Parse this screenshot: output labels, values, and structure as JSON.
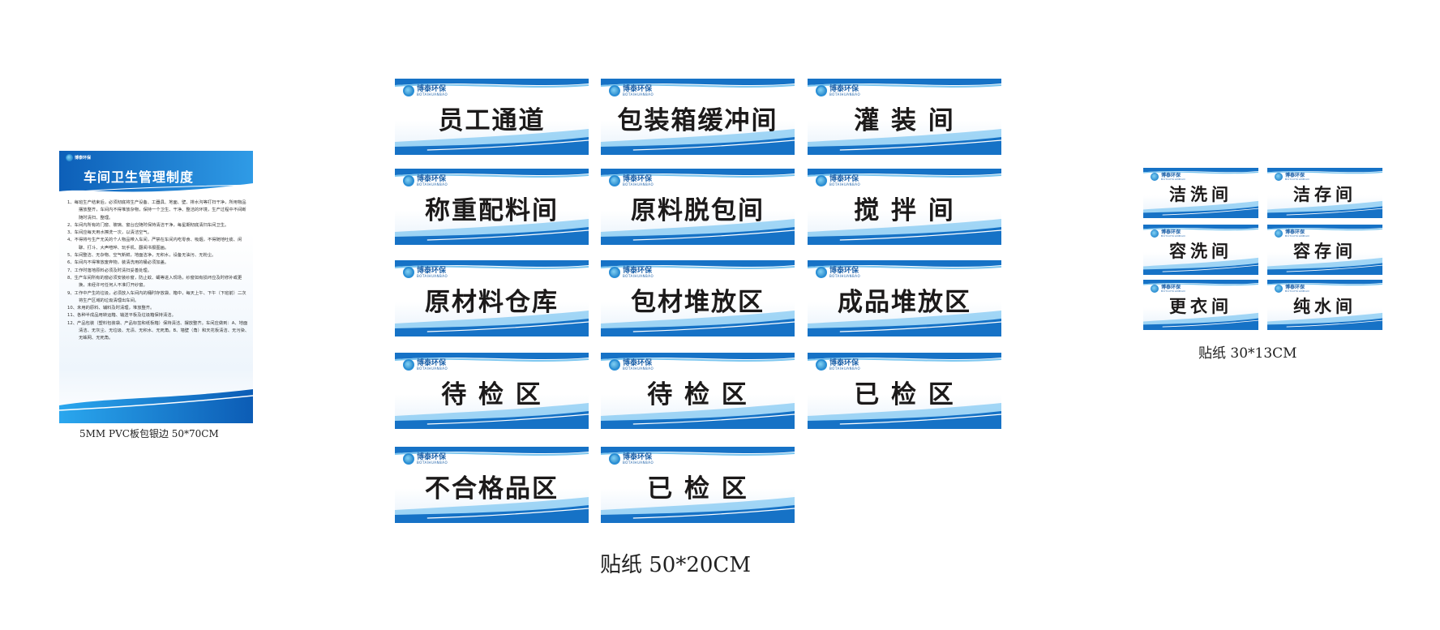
{
  "brand": {
    "name_cn": "博泰环保",
    "name_en": "BOTAIHUANBAO"
  },
  "colors": {
    "primary_blue": "#1672c6",
    "light_blue": "#5bb8ee",
    "text": "#1c1a1a"
  },
  "poster": {
    "title": "车间卫生管理制度",
    "rules": [
      "1、每班生产结束后，必须彻底将生产设备、工器具、地面、壁、排水沟等打扫干净，所用物品摆放整齐，车间内不得堆放杂物，保持一个卫生、干净、整洁的环境，生产过程中不间断随时清扫、整理。",
      "2、车间内所有的门窗、玻璃、窗台应随时保持清洁干净，每星期彻底清扫车间卫生。",
      "3、车间应每天用水擦洗一次，以清洁空气。",
      "4、不得将与生产无关的个人物品带入车间，严禁在车间内吃零食、吸烟，不得随地吐痰、闲聊、打斗、大声喧哗、玩手机、翻阅书报图画。",
      "5、车间整洁、无杂物、空气新鲜，地面洁净，无积水，设备无油污、无粉尘。",
      "6、车间内不得堆放废弃物，装清洗用的桶必须加盖。",
      "7、工作时落地原料必须及时清扫妥善处理。",
      "8、生产车间所有的窗必须安装纱窗，防止蚊、蝇等进入现场，纱窗如有损坏应及时修补或更换，未经许可任何人不准打开纱窗。",
      "9、工作中产生的垃圾，必须放入车间内的桶时存放袋、箱中，每天上午、下午（下班前）二次将生产区域的垃圾清理出车间。",
      "10、未用的原料、辅料及时清理，堆放整齐。",
      "11、各种半成品用转运箱、输送平板及垃圾箱保持清洁。",
      "12、产品包装（塑料包装袋、产品标签和纸板箱）保持清洁、摆放整齐。车间应做到：A、地面清洁、无灰尘、无垃圾、无渍、无积水、无死角。B、墙壁（角）和天花板清洁、无污染、无蛛网、无死角。"
    ],
    "caption": "5MM PVC板包银边 50*70CM"
  },
  "large_signs": {
    "items": [
      "员工通道",
      "包装箱缓冲间",
      "灌 装 间",
      "称重配料间",
      "原料脱包间",
      "搅 拌 间",
      "原材料仓库",
      "包材堆放区",
      "成品堆放区",
      "待 检 区",
      "待 检 区",
      "已 检 区",
      "不合格品区",
      "已 检 区"
    ],
    "caption": "贴纸 50*20CM"
  },
  "small_signs": {
    "items": [
      "洁洗间",
      "洁存间",
      "容洗间",
      "容存间",
      "更衣间",
      "纯水间"
    ],
    "caption": "贴纸 30*13CM"
  }
}
